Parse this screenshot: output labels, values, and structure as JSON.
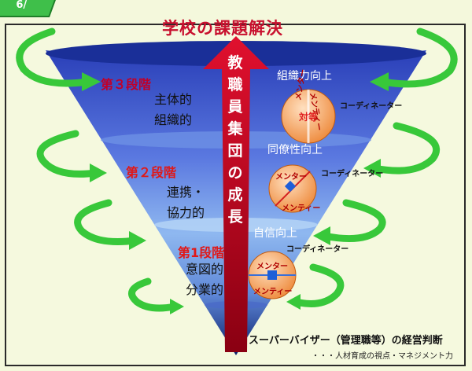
{
  "corner_tag": "6/",
  "title": "学校の課題解決",
  "central_arrow": {
    "chars": [
      "教",
      "職",
      "員",
      "集",
      "団",
      "の",
      "成",
      "長"
    ]
  },
  "stages": [
    {
      "label": "第３段階",
      "description": [
        "主体的",
        "組織的"
      ],
      "rise": "組織力向上",
      "mentor": "メンター",
      "mentee": "メンティー",
      "relation": "対等",
      "coordinator": "コーディネーター"
    },
    {
      "label": "第２段階",
      "description": [
        "連携・",
        "協力的"
      ],
      "rise": "同僚性向上",
      "mentor": "メンター",
      "mentee": "メンティー",
      "coordinator": "コーディネーター"
    },
    {
      "label": "第1段階",
      "description": [
        "意図的",
        "分業的"
      ],
      "rise": "自信向上",
      "mentor": "メンター",
      "mentee": "メンティー",
      "coordinator": "コーディネーター"
    }
  ],
  "footer": {
    "main": "スーパーバイザー（管理職等）の経営判断",
    "sub": "・・・人材育成の視点・マネジメント力"
  },
  "colors": {
    "background": "#f5f9de",
    "cone_top": "#2a3fb8",
    "cone_bottom": "#0a1f6a",
    "arrow_red": "#c8102e",
    "cycle_green": "#3cd23c",
    "circle_orange": "#f09a4a"
  }
}
